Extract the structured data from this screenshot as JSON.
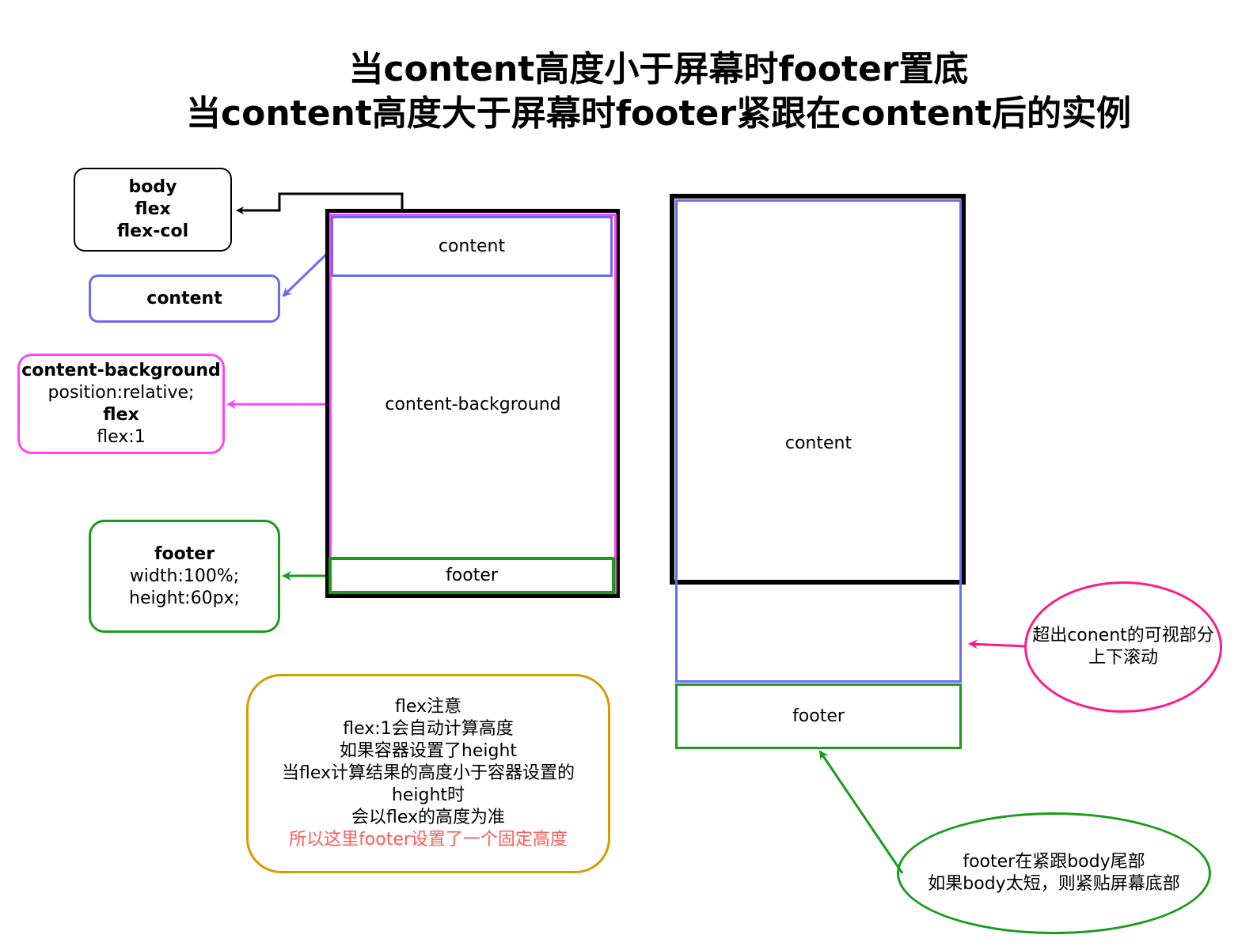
{
  "title": {
    "line1": "当content高度小于屏幕时footer置底",
    "line2": "当content高度大于屏幕时footer紧跟在content后的实例"
  },
  "callouts": {
    "body": {
      "line1": "body",
      "line2": "flex",
      "line3": "flex-col"
    },
    "content": {
      "line1": "content"
    },
    "content_background": {
      "line1": "content-background",
      "line2": "position:relative;",
      "line3": "flex",
      "line4": "flex:1"
    },
    "footer": {
      "line1": "footer",
      "line2": "width:100%;",
      "line3": "height:60px;"
    }
  },
  "left_diagram": {
    "content": "content",
    "content_background": "content-background",
    "footer": "footer"
  },
  "right_diagram": {
    "content": "content",
    "footer": "footer"
  },
  "note": {
    "line1": "flex注意",
    "line2": "flex:1会自动计算高度",
    "line3": "如果容器设置了height",
    "line4": "当flex计算结果的高度小于容器设置的",
    "line5": "height时",
    "line6": "会以flex的高度为准",
    "line7": "所以这里footer设置了一个固定高度"
  },
  "ellipse_scroll": {
    "line1": "超出conent的可视部分",
    "line2": "上下滚动"
  },
  "ellipse_footer": {
    "line1": "footer在紧跟body尾部",
    "line2": "如果body太短，则紧贴屏幕底部"
  },
  "colors": {
    "black": "#000000",
    "content_blue": "#6b6bf0",
    "background_magenta": "#ff44ff",
    "footer_green": "#1a9b1a",
    "note_orange": "#d79b00",
    "note_red_text": "#ff5a5a",
    "scroll_pink": "#ff1a8c"
  }
}
